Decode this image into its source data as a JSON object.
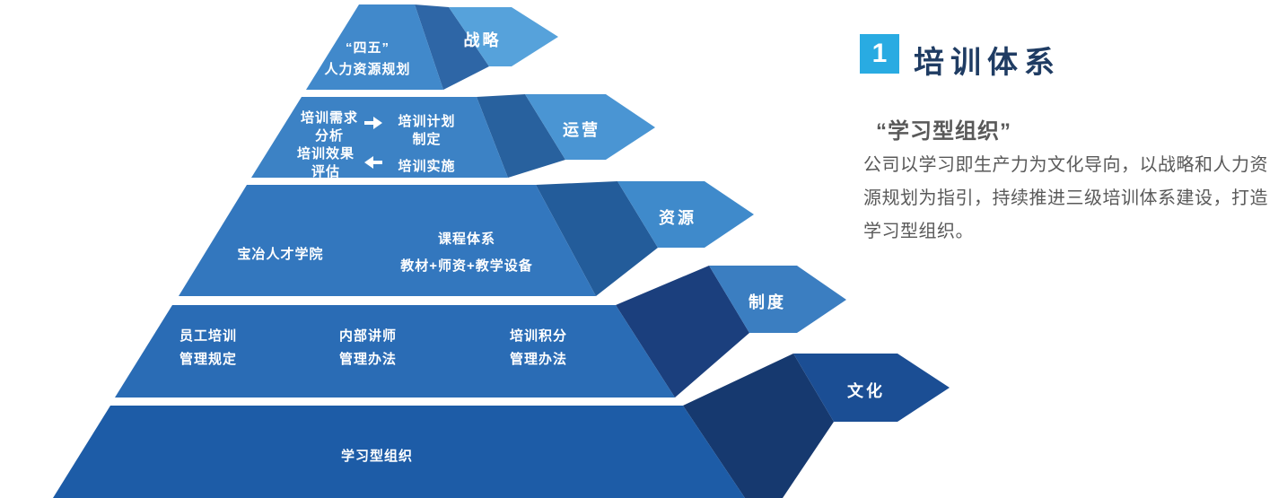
{
  "panel": {
    "number": "1",
    "title": "培训体系",
    "subtitle": "“学习型组织”",
    "body": "公司以学习即生产力为文化导向，以战略和人力资源规划为指引，持续推进三级培训体系建设，打造学习型组织。",
    "accent_color": "#29ABE2",
    "title_color": "#1F3C63",
    "text_color": "#595959"
  },
  "pyramid": {
    "levels": [
      {
        "tag": "战略",
        "body_color": "#4189CB",
        "fold_color": "#2E66A6",
        "tag_color": "#56A2DB",
        "content": {
          "line1": "“四五”",
          "line2": "人力资源规划"
        }
      },
      {
        "tag": "运营",
        "body_color": "#3C82C5",
        "fold_color": "#28619E",
        "tag_color": "#4A95D3",
        "flow": {
          "cell_a_line1": "培训需求",
          "cell_a_line2": "分析",
          "cell_b_line1": "培训计划",
          "cell_b_line2": "制定",
          "cell_c_line1": "培训效果",
          "cell_c_line2": "评估",
          "cell_d": "培训实施",
          "arrow_right_icon": "arrow-right",
          "arrow_left_icon": "arrow-left"
        }
      },
      {
        "tag": "资源",
        "body_color": "#3377BE",
        "fold_color": "#235C9A",
        "tag_color": "#3F8ACB",
        "left_text": "宝冶人才学院",
        "right_line1": "课程体系",
        "right_line2": "教材+师资+教学设备"
      },
      {
        "tag": "制度",
        "body_color": "#2A6CB5",
        "fold_color": "#1B3F7D",
        "tag_color": "#3B7EC1",
        "items": [
          {
            "line1": "员工培训",
            "line2": "管理规定"
          },
          {
            "line1": "内部讲师",
            "line2": "管理办法"
          },
          {
            "line1": "培训积分",
            "line2": "管理办法"
          }
        ]
      },
      {
        "tag": "文化",
        "body_color": "#1D5CA7",
        "fold_color": "#16396F",
        "tag_color": "#1B4E94",
        "center_text": "学习型组织"
      }
    ]
  }
}
